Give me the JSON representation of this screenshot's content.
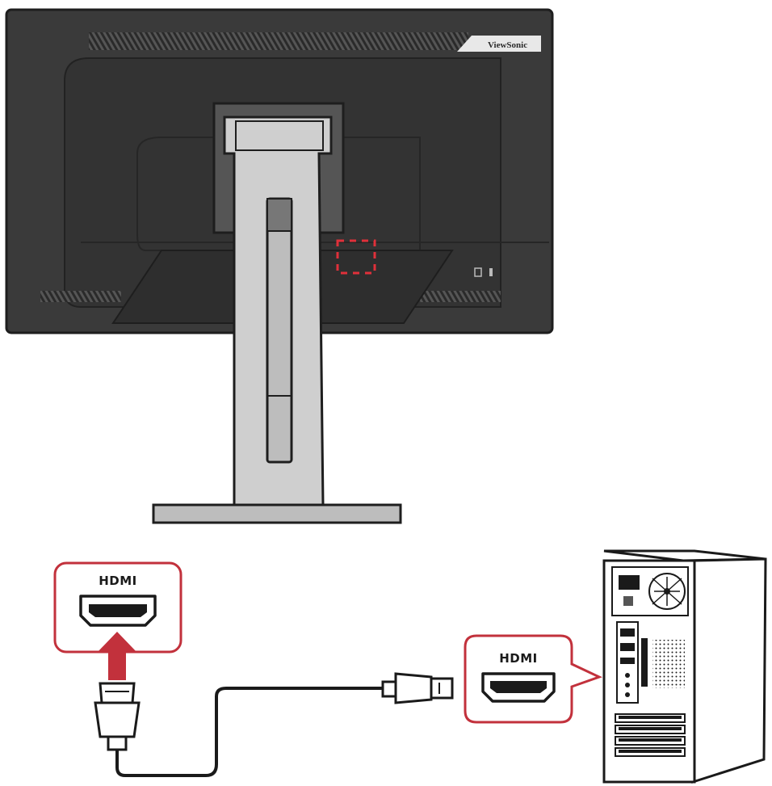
{
  "monitor": {
    "brand": "ViewSonic",
    "body_color": "#3a3a3a",
    "stand_color": "#cfcfcf",
    "port_highlight_color": "#e0303a"
  },
  "callouts": {
    "monitor_port_label": "HDMI",
    "computer_port_label": "HDMI",
    "border_color": "#c2313c",
    "arrow_color": "#c2313c"
  },
  "computer": {
    "case_color": "#ffffff",
    "outline_color": "#1a1a1a"
  },
  "icons": [
    "hdmi-port-icon",
    "hdmi-plug-icon",
    "insert-arrow-icon",
    "fan-icon",
    "lock-slot-icon"
  ]
}
